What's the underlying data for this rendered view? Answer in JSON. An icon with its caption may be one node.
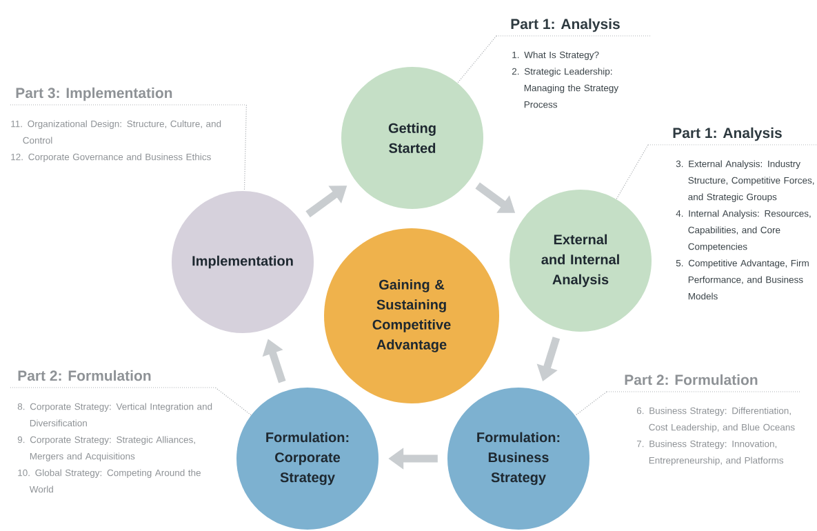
{
  "diagram": {
    "nodes": [
      {
        "text": [
          "Getting Started"
        ]
      },
      {
        "text": [
          "External and Internal Analysis"
        ]
      },
      {
        "text": [
          "Formulation: Business Strategy"
        ]
      },
      {
        "text": [
          "Formulation: Corporate Strategy"
        ]
      },
      {
        "text": [
          "Implementation"
        ]
      },
      {
        "text": [
          "Gaining & Sustaining Competitive Advantage"
        ]
      },
      {
        "text": [
          "Part 1: Analysis",
          "1. What Is Strategy?",
          "2. Strategic Leadership: Managing the Strategy Process"
        ]
      },
      {
        "text": [
          "Part 1: Analysis",
          "3. External Analysis: Industry Structure, Competitive Forces, and Strategic Groups",
          "4. Internal Analysis: Resources, Capabilities, and Core Competencies",
          "5. Competitive Advantage, Firm Performance, and Business Models"
        ]
      },
      {
        "text": [
          "Part 2: Formulation",
          "6. Business Strategy: Differentiation, Cost Leadership, and Blue Oceans",
          "7. Business Strategy: Innovation, Entrepreneurship, and Platforms"
        ]
      },
      {
        "text": [
          "Part 2: Formulation",
          "8. Corporate Strategy: Vertical Integration and Diversification",
          "9. Corporate Strategy: Strategic Alliances, Mergers and Acquisitions",
          "10. Global Strategy: Competing Around the World"
        ]
      },
      {
        "text": [
          "Part 3: Implementation",
          "11. Organizational Design: Structure, Culture, and Control",
          "12. Corporate Governance and Business Ethics"
        ]
      }
    ],
    "edges": [
      {
        "from": 0,
        "to": 1,
        "arrow": "to",
        "style": "thick",
        "color": "#c9cdd0"
      },
      {
        "from": 1,
        "to": 2,
        "arrow": "to",
        "style": "thick",
        "color": "#c9cdd0"
      },
      {
        "from": 2,
        "to": 3,
        "arrow": "to",
        "style": "thick",
        "color": "#c9cdd0"
      },
      {
        "from": 3,
        "to": 4,
        "arrow": "to",
        "style": "thick",
        "color": "#c9cdd0"
      },
      {
        "from": 4,
        "to": 0,
        "arrow": "to",
        "style": "thick",
        "color": "#c9cdd0"
      },
      {
        "from": 6,
        "to": 0,
        "arrow": "none",
        "style": "dashed",
        "color": "#a8acb0"
      },
      {
        "from": 7,
        "to": 1,
        "arrow": "none",
        "style": "dashed",
        "color": "#a8acb0"
      },
      {
        "from": 8,
        "to": 2,
        "arrow": "none",
        "style": "dashed",
        "color": "#a8acb0"
      },
      {
        "from": 9,
        "to": 3,
        "arrow": "none",
        "style": "dashed",
        "color": "#a8acb0"
      },
      {
        "from": 10,
        "to": 4,
        "arrow": "none",
        "style": "dashed",
        "color": "#a8acb0"
      }
    ]
  }
}
